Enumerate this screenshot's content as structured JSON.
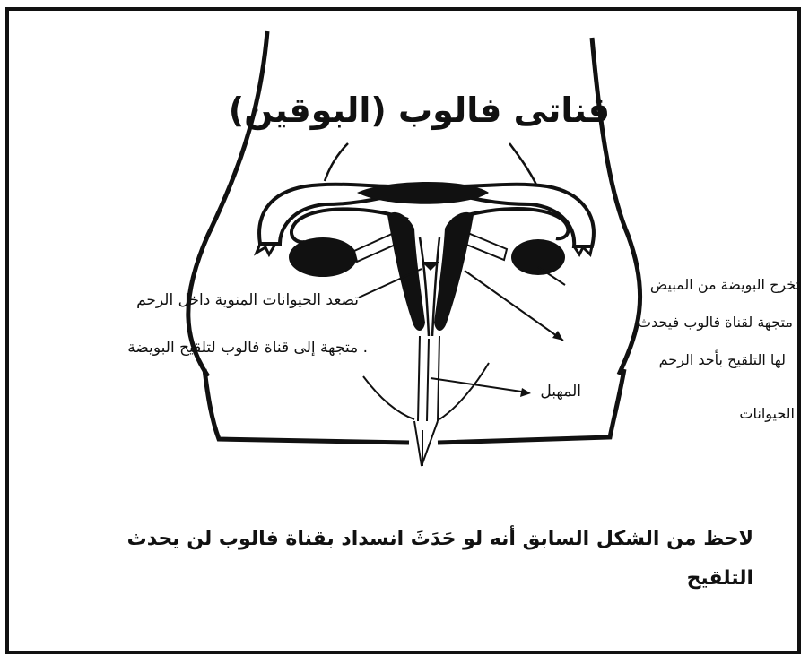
{
  "diagram": {
    "title": "قناتى فالوب (البوقين)",
    "sperm_label": {
      "line1": "تصعد الحيوانات المنوية داخل الرحم",
      "line2": ". متجهة إلى قناة فالوب لتلقيح البويضة"
    },
    "egg_label": {
      "line1": "تخرج البويضة من المبيض",
      "line2": "متجهة لقناة فالوب فيحدث",
      "line3": "لها التلقيح بأحد الرحم",
      "line4": "الحيوانات"
    },
    "vagina_label": "المهبل"
  },
  "note": {
    "line1": "لاحظ من الشكل السابق أنه لو حَدَثَ انسداد بقناة فالوب لن يحدث",
    "line2": "التلقيح"
  },
  "colors": {
    "ink": "#111111",
    "paper": "#ffffff"
  }
}
